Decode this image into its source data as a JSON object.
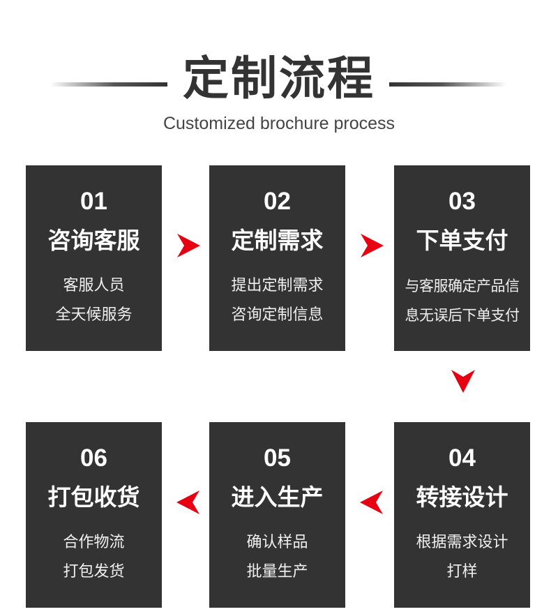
{
  "header": {
    "title": "定制流程",
    "subtitle": "Customized brochure process"
  },
  "colors": {
    "card_background": "#333333",
    "arrow_red": "#e60012",
    "title_text": "#333333"
  },
  "steps": [
    {
      "number": "01",
      "name": "咨询客服",
      "desc_line1": "客服人员",
      "desc_line2": "全天候服务"
    },
    {
      "number": "02",
      "name": "定制需求",
      "desc_line1": "提出定制需求",
      "desc_line2": "咨询定制信息"
    },
    {
      "number": "03",
      "name": "下单支付",
      "desc_line1": "与客服确定产品信",
      "desc_line2": "息无误后下单支付"
    },
    {
      "number": "04",
      "name": "转接设计",
      "desc_line1": "根据需求设计",
      "desc_line2": "打样"
    },
    {
      "number": "05",
      "name": "进入生产",
      "desc_line1": "确认样品",
      "desc_line2": "批量生产"
    },
    {
      "number": "06",
      "name": "打包收货",
      "desc_line1": "合作物流",
      "desc_line2": "打包发货"
    }
  ],
  "arrows": [
    {
      "from": "01",
      "to": "02",
      "icon": "arrow-right-icon"
    },
    {
      "from": "02",
      "to": "03",
      "icon": "arrow-right-icon"
    },
    {
      "from": "03",
      "to": "04",
      "icon": "arrow-down-icon"
    },
    {
      "from": "04",
      "to": "05",
      "icon": "arrow-left-icon"
    },
    {
      "from": "05",
      "to": "06",
      "icon": "arrow-left-icon"
    }
  ]
}
